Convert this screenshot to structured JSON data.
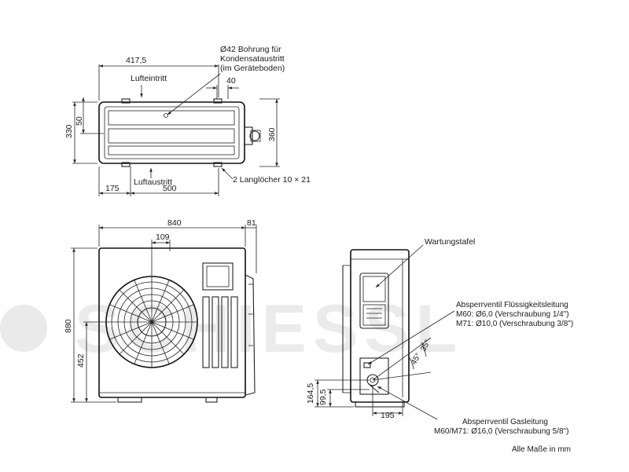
{
  "watermark": "SCHIESSL",
  "top_view": {
    "dim_width_total": "417,5",
    "dim_depth": "330",
    "dim_depth_right": "360",
    "dim_inner": "50",
    "dim_40": "40",
    "dim_175": "175",
    "dim_500": "500",
    "label_air_in": "Lufteintritt",
    "label_air_out": "Luftaustritt",
    "label_bore_1": "Ø42 Bohrung für",
    "label_bore_2": "Kondensataustritt",
    "label_bore_3": "(im Geräteboden)",
    "label_slots": "2 Langlöcher 10 × 21"
  },
  "front_view": {
    "dim_width": "840",
    "dim_81": "81",
    "dim_109": "109",
    "dim_height": "880",
    "dim_452": "452"
  },
  "side_view": {
    "label_panel": "Wartungstafel",
    "valve_liquid_1": "Absperrventil Flüssigkeitsleitung",
    "valve_liquid_2": "M60: Ø6,0 (Verschraubung 1/4\")",
    "valve_liquid_3": "M71: Ø10,0 (Verschraubung 3/8\")",
    "valve_gas_1": "Absperrventil Gasleitung",
    "valve_gas_2": "M60/M71:  Ø16,0 (Verschraubung 5/8\")",
    "angle_35": "35°",
    "angle_45": "45°",
    "dim_1645": "164,5",
    "dim_995": "99,5",
    "dim_195": "195"
  },
  "note_units": "Alle Maße in mm"
}
